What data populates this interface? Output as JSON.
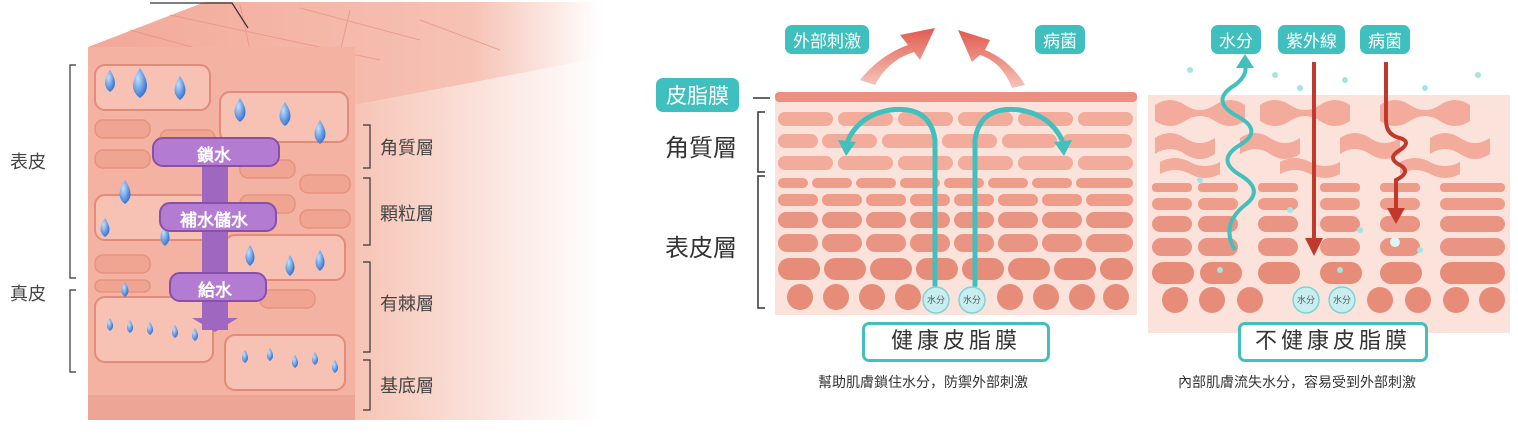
{
  "left": {
    "outer_labels": {
      "epidermis": "表皮",
      "dermis": "真皮"
    },
    "layers": [
      "角質層",
      "顆粒層",
      "有棘層",
      "基底層"
    ],
    "arrow_steps": [
      "鎖水",
      "補水儲水",
      "給水"
    ]
  },
  "middle": {
    "tags": {
      "external": "外部刺激",
      "bacteria": "病菌",
      "sebum_film": "皮脂膜"
    },
    "layer_labels": {
      "stratum_corneum": "角質層",
      "epidermis": "表皮層"
    },
    "water_bubbles": [
      "水分",
      "水分"
    ],
    "title": "健康皮脂膜",
    "caption": "幫助肌膚鎖住水分，防禦外部刺激"
  },
  "right": {
    "tags": {
      "water": "水分",
      "uv": "紫外線",
      "bacteria": "病菌"
    },
    "water_bubbles": [
      "水分",
      "水分"
    ],
    "title": "不健康皮脂膜",
    "caption": "內部肌膚流失水分，容易受到外部刺激"
  },
  "colors": {
    "teal": "#3fbfbd",
    "skin": "#f2a99a",
    "cell": "#ec9a88",
    "cell_light": "#f5b7a6",
    "arrow_purple": "#9a5fb8",
    "red_arrow": "#c0392b",
    "water_drop": "#3f7fd6"
  }
}
